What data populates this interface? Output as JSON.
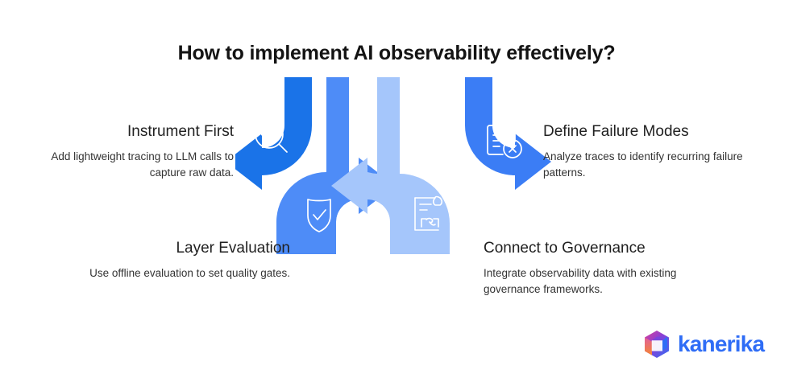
{
  "page": {
    "title": "How to implement AI observability effectively?",
    "background_color": "#ffffff"
  },
  "colors": {
    "arrow_dark_blue": "#1a73e8",
    "arrow_medium_blue": "#4e8cf7",
    "arrow_light_blue": "#a5c6fb",
    "arrow_right_blue": "#3b7df5",
    "title_text": "#141414",
    "body_text": "#333333",
    "logo_blue": "#2f6df6",
    "logo_purple": "#8b3fd4",
    "logo_magenta": "#d9409a",
    "logo_orange": "#f58634"
  },
  "steps": [
    {
      "id": "instrument-first",
      "title": "Instrument First",
      "description": "Add lightweight tracing to LLM calls to capture raw data.",
      "icon": "code-magnifier-icon",
      "color": "#1a73e8",
      "align": "right"
    },
    {
      "id": "define-failure-modes",
      "title": "Define Failure Modes",
      "description": "Analyze traces to identify recurring failure patterns.",
      "icon": "clipboard-error-icon",
      "color": "#3b7df5",
      "align": "left"
    },
    {
      "id": "layer-evaluation",
      "title": "Layer Evaluation",
      "description": "Use offline evaluation to set quality gates.",
      "icon": "shield-check-icon",
      "color": "#4e8cf7",
      "align": "right"
    },
    {
      "id": "connect-to-governance",
      "title": "Connect to Governance",
      "description": "Integrate observability data with existing governance frameworks.",
      "icon": "scroll-handshake-icon",
      "color": "#a5c6fb",
      "align": "left"
    }
  ],
  "logo": {
    "wordmark": "kanerika",
    "mark": "cube-icon"
  }
}
